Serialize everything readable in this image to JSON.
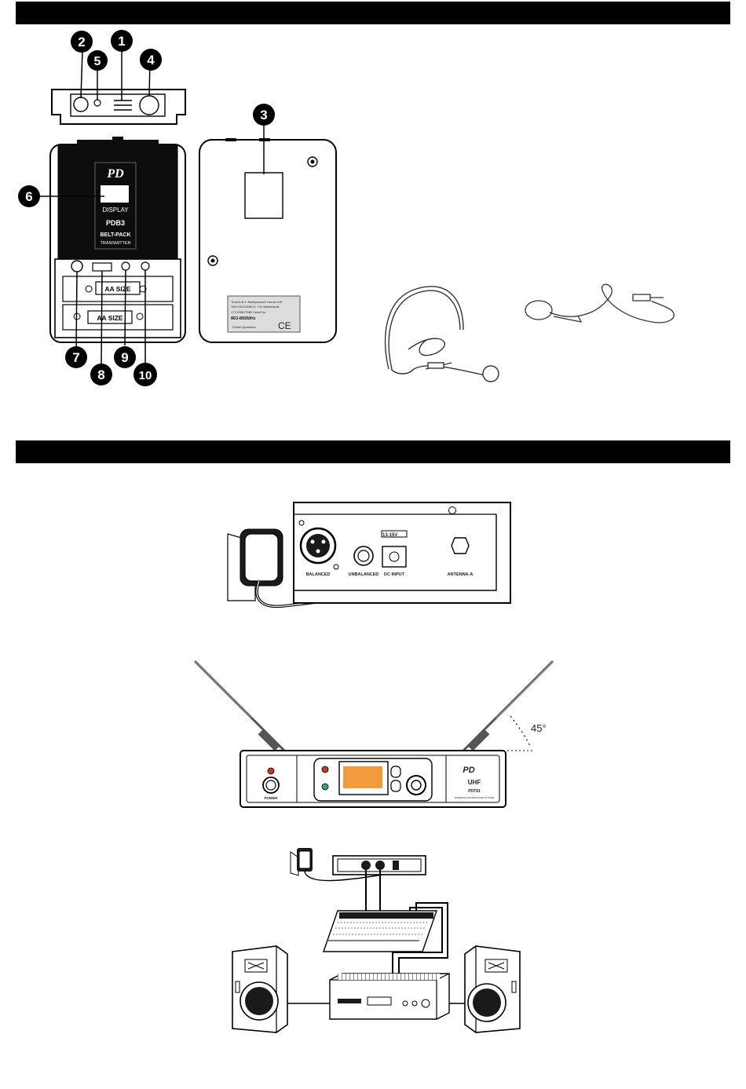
{
  "callouts": [
    "1",
    "2",
    "3",
    "4",
    "5",
    "6",
    "7",
    "8",
    "9",
    "10"
  ],
  "transmitter_front": {
    "brand_logo": "PD",
    "display_label": "DISPLAY",
    "model": "PDB3",
    "type_line1": "BELT-PACK",
    "type_line2": "TRANSMITTER",
    "battery_label_top": "AA  SIZE",
    "battery_label_bottom": "AA  SIZE"
  },
  "transmitter_back_label": {
    "line1": "Tronios B.V. Bedrijvenpark Twente 415",
    "line2": "7602 KM ALMELO, The Netherlands",
    "line3": "171.209B      PDB3    Serial No.:",
    "line4": "863-865MHz",
    "brand": "Power Dynamics",
    "ce": "CE"
  },
  "receiver_rear": {
    "dc_rating": "13-15V",
    "balanced": "BALANCED",
    "unbalanced": "UNBALANCED",
    "dc_input": "DC INPUT",
    "antenna": "ANTENNA-A"
  },
  "receiver_front": {
    "angle": "45°",
    "power": "POWER",
    "band": "UHF",
    "model": "PDT81",
    "subtitle": "WIRELESS MICROPHONE SYSTEM",
    "brand_logo": "PD"
  },
  "colors": {
    "bar": "#000000",
    "display": "#f39a3c",
    "led_red": "#c0392b",
    "led_green": "#27ae60"
  }
}
